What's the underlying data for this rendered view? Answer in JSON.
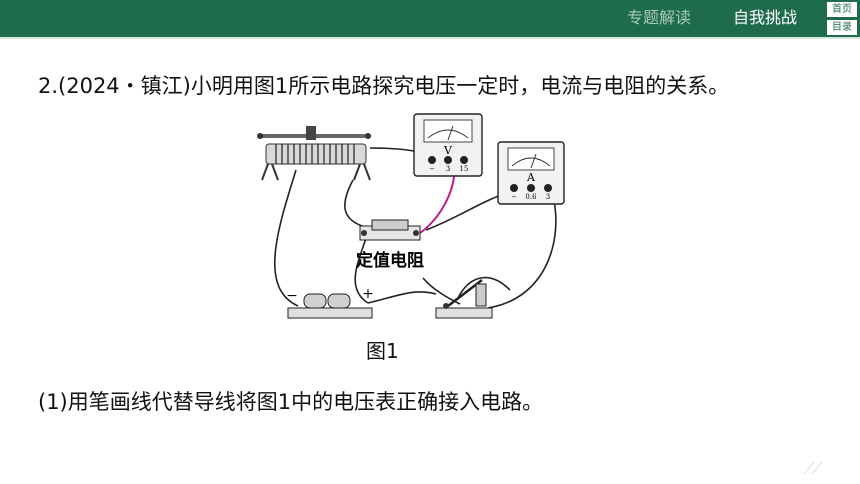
{
  "header": {
    "tabs": [
      {
        "label": "专题解读",
        "active": false
      },
      {
        "label": "自我挑战",
        "active": true
      }
    ],
    "home_label": "首页",
    "toc_label": "目录",
    "colors": {
      "bar": "#1e6b4e",
      "active": "#ffffff",
      "inactive": "#a9c9b8"
    }
  },
  "question": {
    "text": "2.(2024・镇江)小明用图1所示电路探究电压一定时，电流与电阻的关系。"
  },
  "figure": {
    "voltmeter_label": "V",
    "voltmeter_terminals": [
      "−",
      "3",
      "15"
    ],
    "ammeter_label": "A",
    "ammeter_terminals": [
      "−",
      "0.6",
      "3"
    ],
    "resistor_label": "定值电阻",
    "battery_minus": "−",
    "battery_plus": "+",
    "caption": "图1"
  },
  "subquestion": {
    "text": "(1)用笔画线代替导线将图1中的电压表正确接入电路。"
  }
}
